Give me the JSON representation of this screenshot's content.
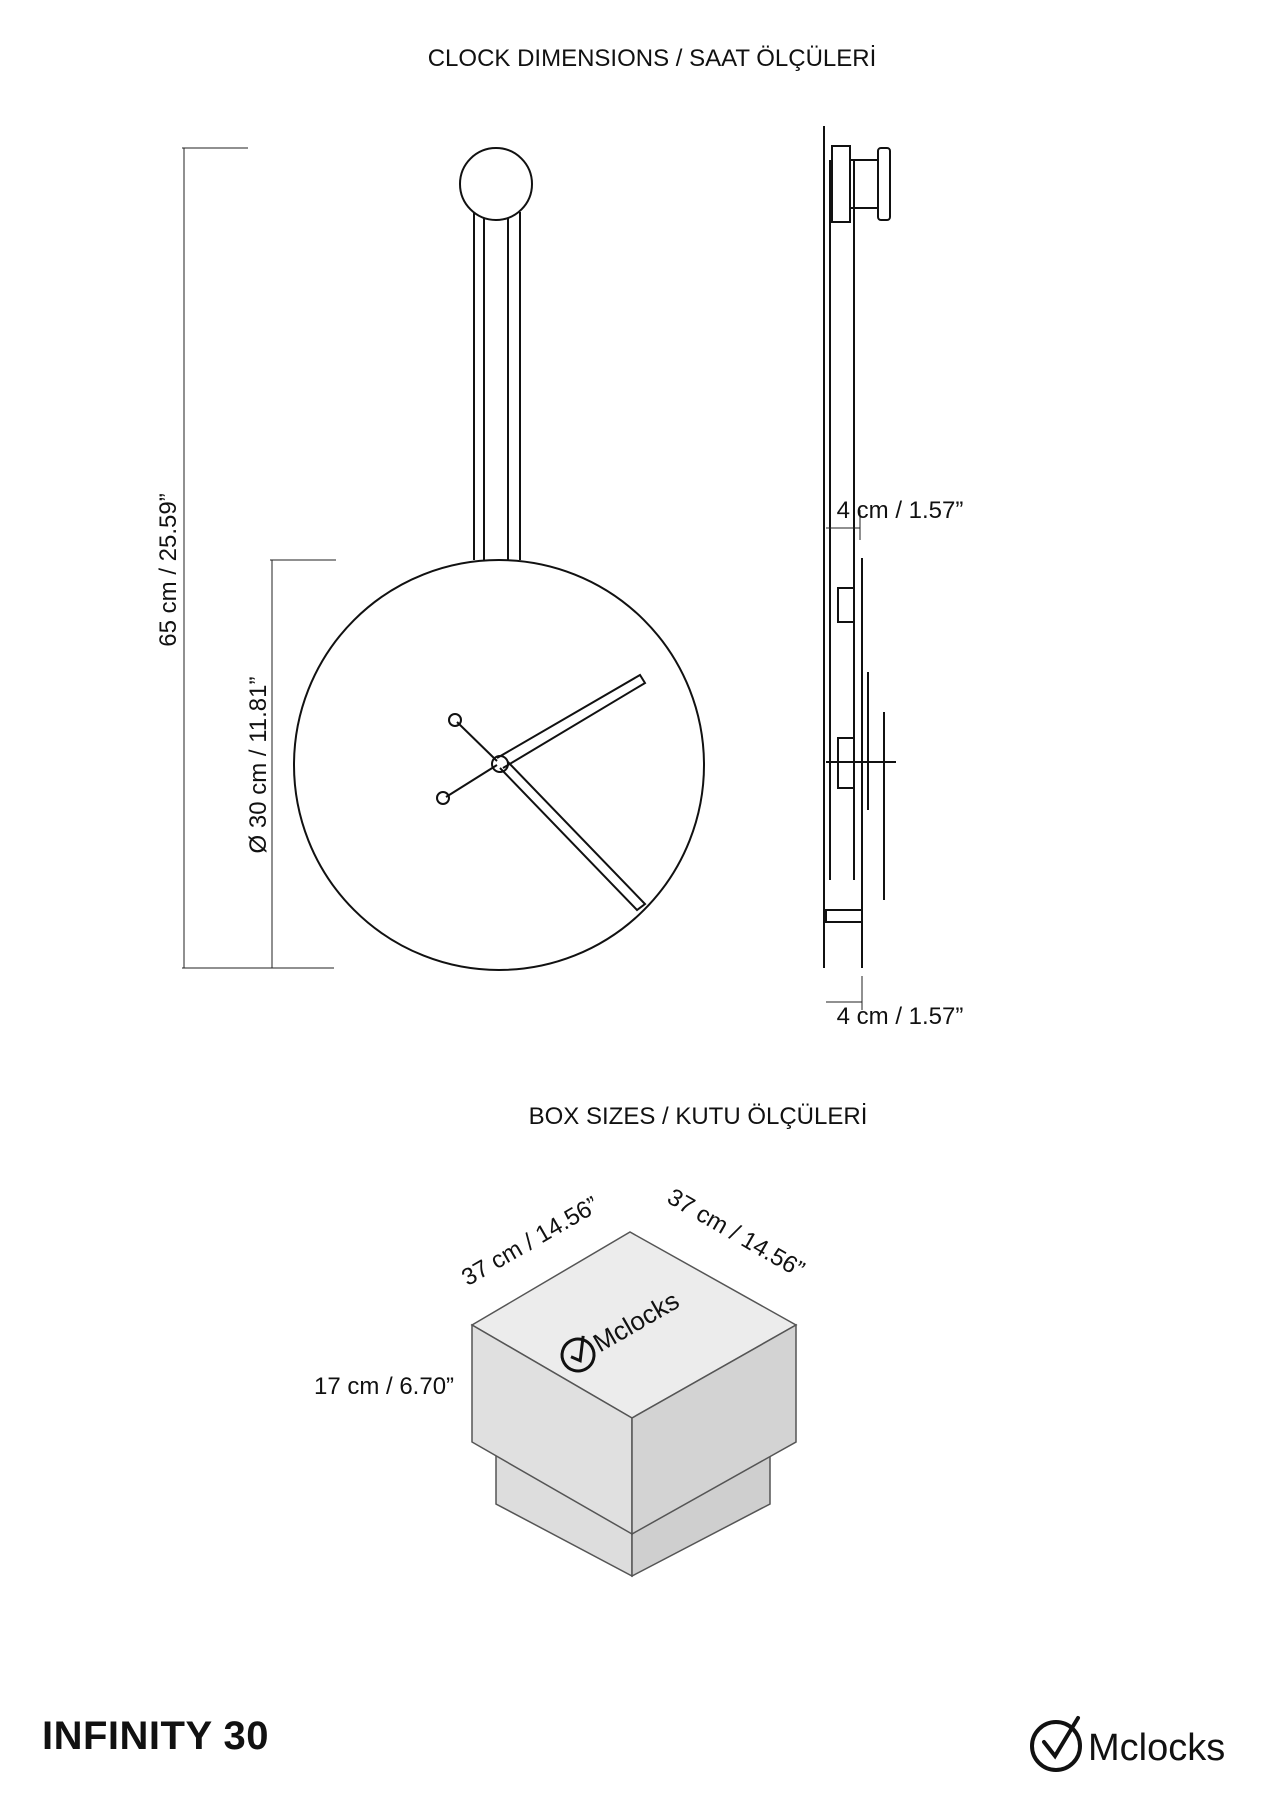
{
  "titles": {
    "clock": "CLOCK DIMENSIONS / SAAT ÖLÇÜLERİ",
    "box": "BOX SIZES / KUTU ÖLÇÜLERİ"
  },
  "dimensions": {
    "total_height": "65 cm / 25.59”",
    "diameter": "Ø 30 cm / 11.81”",
    "depth_top": "4 cm / 1.57”",
    "depth_bottom": "4 cm / 1.57”"
  },
  "box": {
    "length_left": "37 cm / 14.56”",
    "length_right": "37 cm / 14.56”",
    "height": "17 cm / 6.70”",
    "lid_brand": "Mclocks"
  },
  "footer": {
    "model": "INFINITY 30",
    "brand": "Mclocks"
  }
}
